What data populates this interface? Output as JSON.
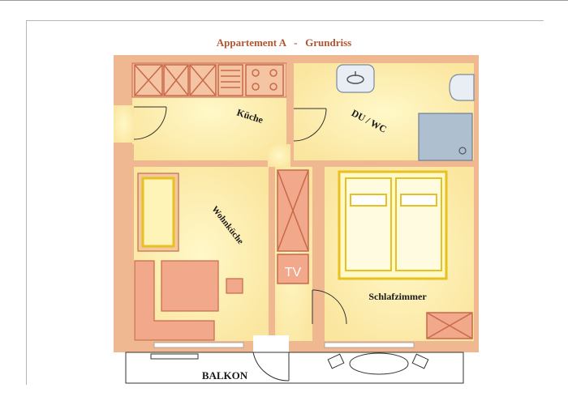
{
  "title": "Appartement A   -   Grundriss",
  "rooms": {
    "kitchen": "Küche",
    "bathroom": "DU / WC",
    "living_kitchen": "Wohnküche",
    "bedroom": "Schlafzimmer",
    "balcony": "BALKON"
  },
  "fixtures": {
    "tv": "TV"
  },
  "colors": {
    "wall": "#f0b890",
    "floor": "#fdf0a8",
    "furniture_fill": "#f2a88a",
    "furniture_stroke": "#c8694a",
    "bed_frame": "#e8c020",
    "shower": "#aebfd0",
    "title": "#b3542f"
  }
}
